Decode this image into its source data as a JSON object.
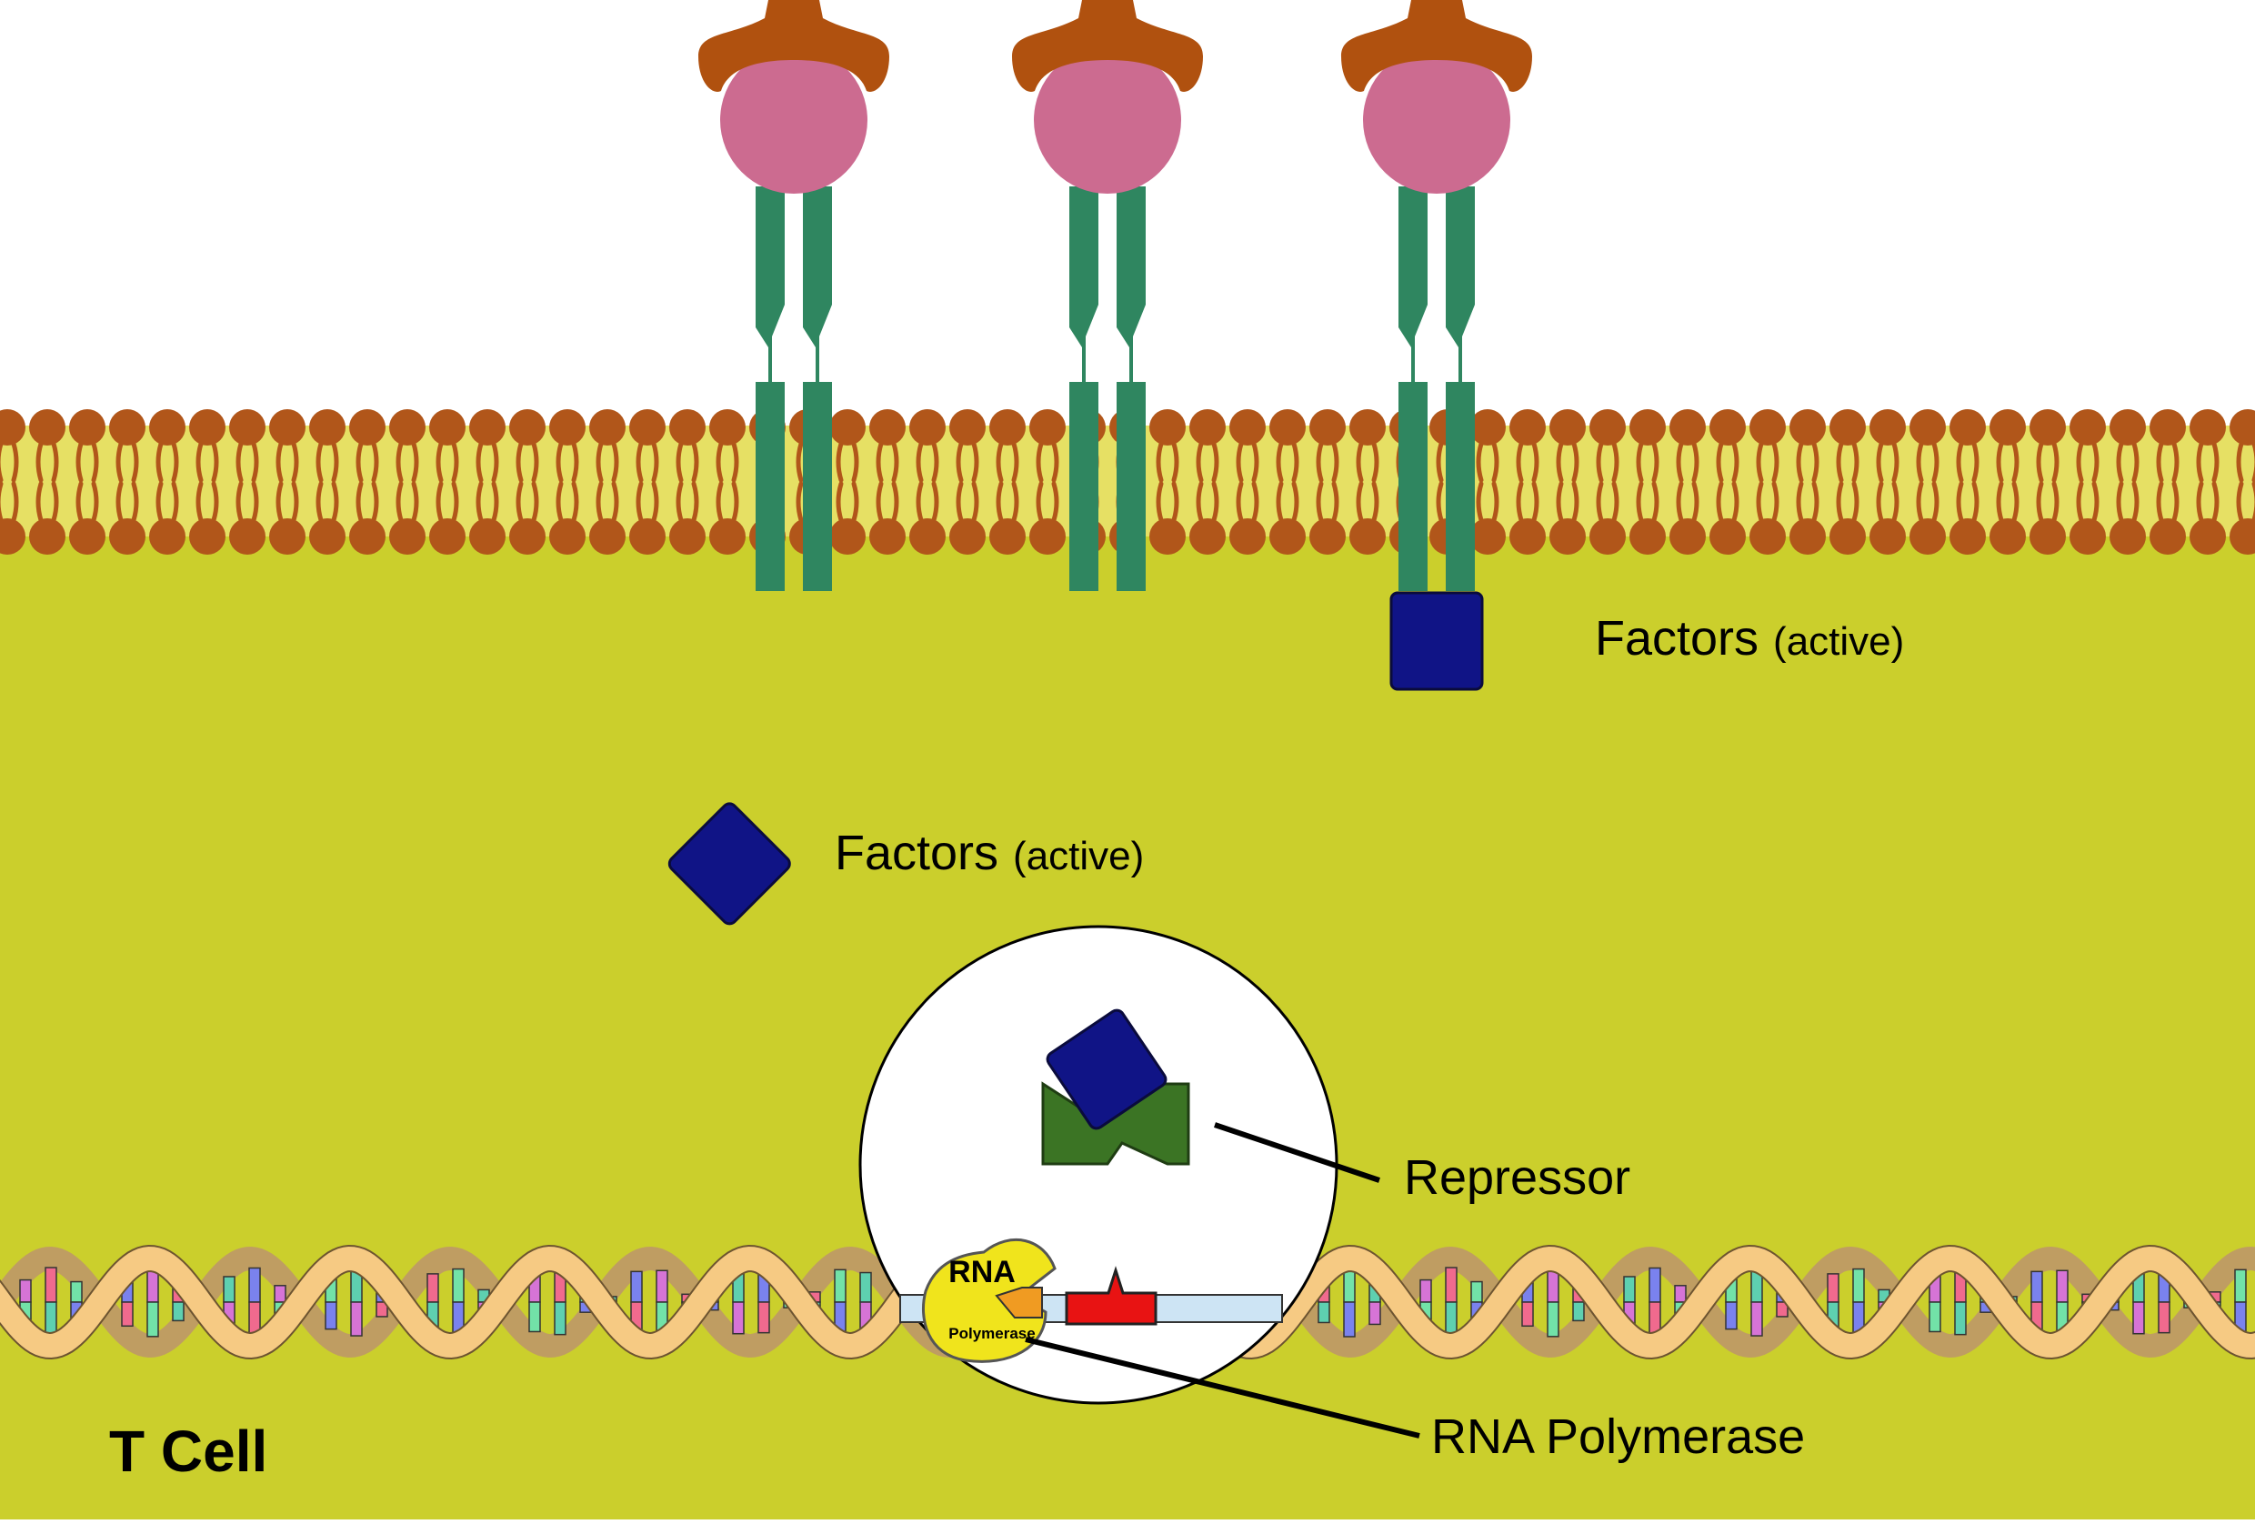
{
  "labels": {
    "factors_receptor": {
      "main": "Factors",
      "sub": "(active)"
    },
    "factors_cytoplasm": {
      "main": "Factors",
      "sub": "(active)"
    },
    "repressor": "Repressor",
    "rna_polymerase": "RNA Polymerase",
    "rna_top": "RNA",
    "rna_bottom": "Polymerase",
    "cell": "T Cell"
  },
  "colors": {
    "background": "#ffffff",
    "cytoplasm": "#cbcf2c",
    "membrane_head": "#b1561a",
    "membrane_tail": "#e6e064",
    "receptor": "#2f8660",
    "ligand_cap": "#b0510f",
    "ligand_ball": "#cc6b90",
    "factor": "#101486",
    "repressor": "#3b7424",
    "polymerase": "#f0e41c",
    "polymerase_tip": "#f09b22",
    "operator": "#e81313",
    "dna_strand": "#f6ca83",
    "dna_strand_back": "#bf9d62",
    "dna_base_colors": [
      "#7a82ee",
      "#d674d6",
      "#f06a8e",
      "#72e2a8",
      "#5ed0b0"
    ],
    "gene_strip": "#cde4f4",
    "line": "#000000"
  },
  "icons": {
    "receptor": "receptor-dimer-icon",
    "ligand": "ligand-icon",
    "factor": "diamond-factor-icon",
    "repressor": "repressor-icon",
    "polymerase": "rna-polymerase-icon",
    "operator": "operator-site-icon",
    "dna": "dna-helix-icon",
    "membrane": "lipid-bilayer-icon"
  }
}
